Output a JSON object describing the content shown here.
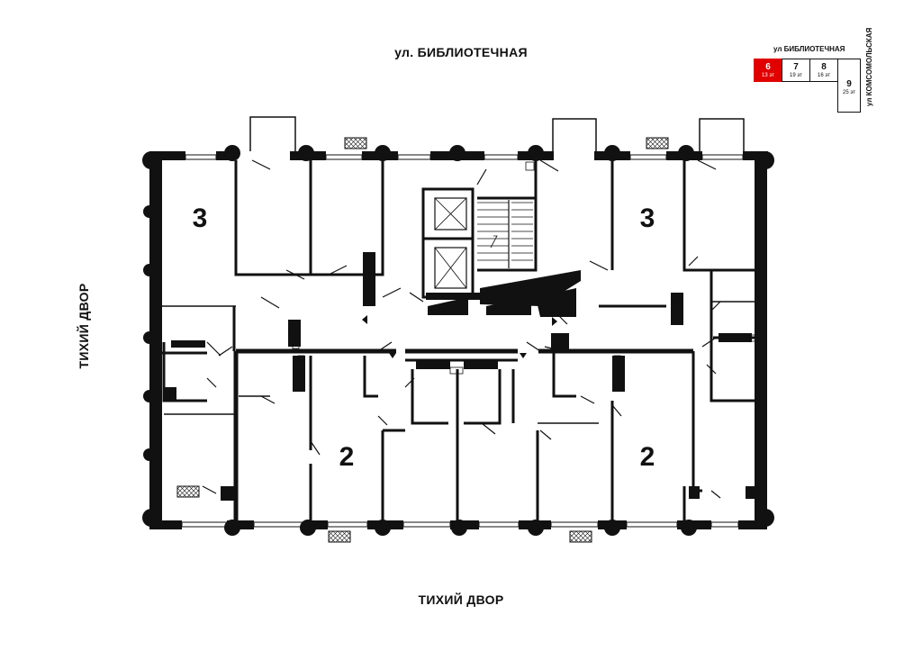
{
  "streets": {
    "top": "ул. БИБЛИОТЕЧНАЯ",
    "bottom": "ТИХИЙ ДВОР",
    "left": "ТИХИЙ ДВОР"
  },
  "rooms": {
    "top_left": "3",
    "top_right": "3",
    "bottom_left": "2",
    "bottom_right": "2"
  },
  "minimap": {
    "street_top": "ул БИБЛИОТЕЧНАЯ",
    "street_right": "ул КОМСОМОЛЬСКАЯ",
    "active_color": "#e00000",
    "blocks": [
      {
        "number": "6",
        "floors": "13 эт",
        "active": true
      },
      {
        "number": "7",
        "floors": "19 эт",
        "active": false
      },
      {
        "number": "8",
        "floors": "16 эт",
        "active": false
      },
      {
        "number": "9",
        "floors": "25 эт",
        "active": false
      }
    ]
  }
}
